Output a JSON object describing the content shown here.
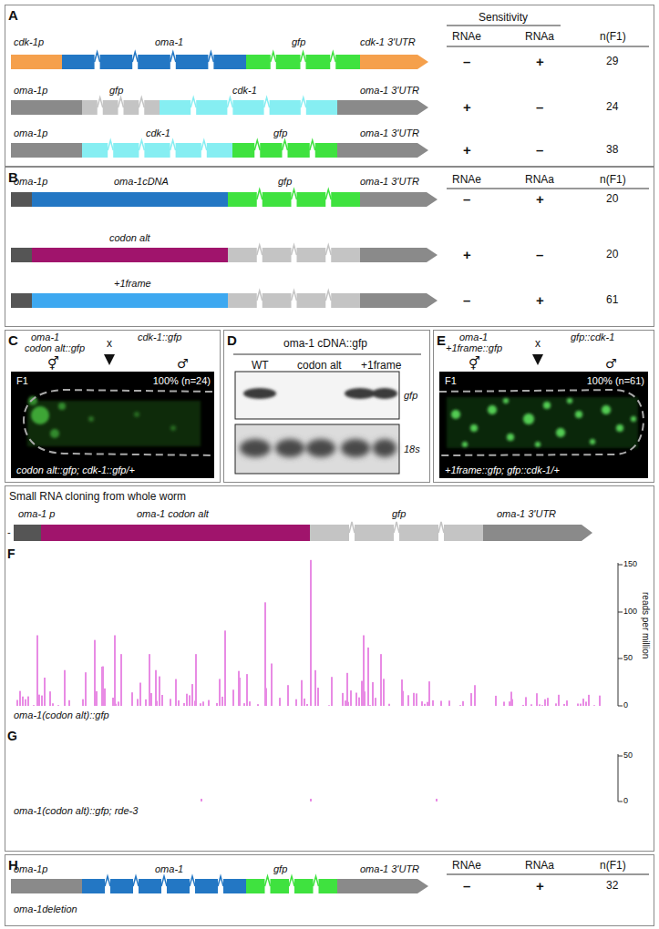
{
  "diagram": {
    "nodes": [
      {
        "text": [
          "A"
        ]
      },
      {
        "text": [
          "B"
        ]
      },
      {
        "text": [
          "C"
        ]
      },
      {
        "text": [
          "F1",
          "100% (n=24)",
          "codon alt::gfp; cdk-1::gfp/+"
        ],
        "in": 2
      },
      {
        "text": [
          "D"
        ]
      },
      {
        "text": [
          "E"
        ]
      },
      {
        "text": [
          "F1",
          "100% (n=61)",
          "+1frame::gfp; gfp::cdk-1/+"
        ],
        "in": 5
      },
      {
        "text": [
          "Small RNA cloning from whole worm"
        ]
      },
      {
        "text": [
          "H"
        ]
      }
    ],
    "labels": [
      "cdk-1p",
      "oma-1",
      "gfp",
      "cdk-1 3'UTR",
      "Sensitivity",
      "RNAe",
      "RNAa",
      "n(F1)",
      "–",
      "+",
      "29",
      "oma-1p",
      "gfp",
      "cdk-1",
      "oma-1 3'UTR",
      "+",
      "–",
      "24",
      "oma-1p",
      "cdk-1",
      "gfp",
      "oma-1 3'UTR",
      "+",
      "–",
      "38",
      "oma-1p",
      "oma-1cDNA",
      "gfp",
      "oma-1 3'UTR",
      "RNAe",
      "RNAa",
      "n(F1)",
      "–",
      "+",
      "20",
      "codon alt",
      "+",
      "–",
      "20",
      "+1frame",
      "–",
      "+",
      "61",
      "oma-1",
      "codon alt::gfp",
      "x",
      "cdk-1::gfp",
      "⚥",
      "♂",
      "oma-1 cDNA::gfp",
      "WT",
      "codon alt",
      "+1frame",
      "gfp",
      "18s",
      "oma-1",
      "+1frame::gfp",
      "x",
      "gfp::cdk-1",
      "⚥",
      "♂",
      "oma-1 p",
      "oma-1 codon alt",
      "gfp",
      "oma-1 3'UTR",
      "-",
      "F",
      "150",
      "100",
      "50",
      "0",
      "reads per million",
      "oma-1(codon alt)::gfp",
      "G",
      "50",
      "0",
      "oma-1(codon alt)::gfp; rde-3",
      "oma-1p",
      "oma-1",
      "gfp",
      "oma-1 3'UTR",
      "oma-1deletion",
      "RNAe",
      "RNAa",
      "n(F1)",
      "–",
      "+",
      "32"
    ]
  }
}
